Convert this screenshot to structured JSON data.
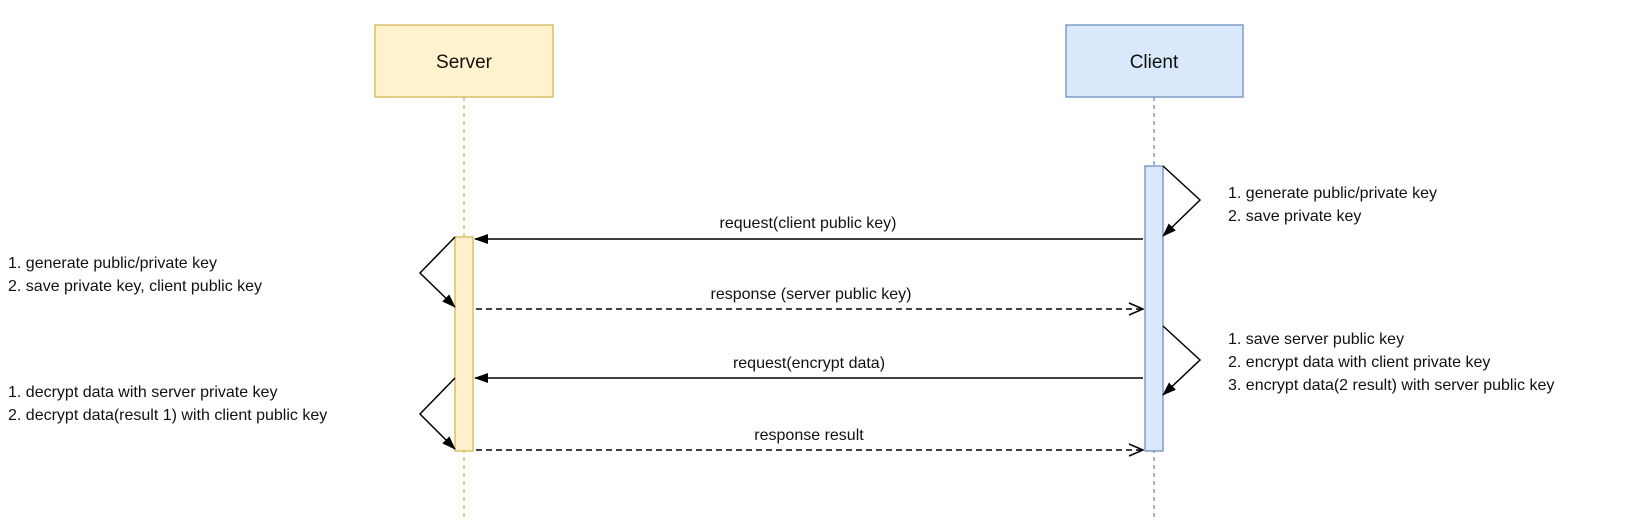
{
  "participants": {
    "server": {
      "name": "Server",
      "fill": "#fff2cc",
      "stroke": "#d6b656"
    },
    "client": {
      "name": "Client",
      "fill": "#dae8fc",
      "stroke": "#6c8ebf"
    }
  },
  "messages": [
    {
      "label": "request(client public key)",
      "from": "client",
      "to": "server",
      "style": "solid"
    },
    {
      "label": "response (server public key)",
      "from": "server",
      "to": "client",
      "style": "dashed"
    },
    {
      "label": "request(encrypt data)",
      "from": "client",
      "to": "server",
      "style": "solid"
    },
    {
      "label": "response result",
      "from": "server",
      "to": "client",
      "style": "dashed"
    }
  ],
  "notes": {
    "client_step1": [
      "1. generate public/private key",
      "2. save private key"
    ],
    "server_step1": [
      "1. generate public/private key",
      "2. save private key, client public key"
    ],
    "client_step2": [
      "1. save server public key",
      "2. encrypt data with client private key",
      "3. encrypt data(2 result) with server public key"
    ],
    "server_step2": [
      "1. decrypt data with server private key",
      "2. decrypt data(result 1) with client public key"
    ]
  }
}
